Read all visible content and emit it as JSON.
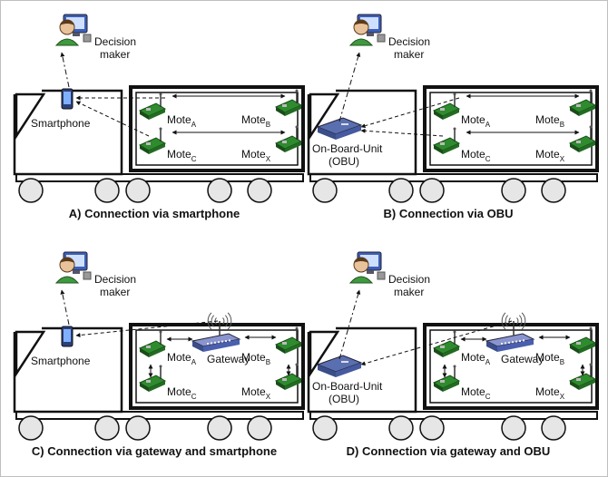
{
  "panels": [
    {
      "id": "A",
      "caption": "A) Connection via smartphone",
      "decision": [
        "Decision",
        "maker"
      ],
      "device": "smartphone",
      "device_label": [
        "Smartphone"
      ],
      "gateway": false,
      "gateway_label": ""
    },
    {
      "id": "B",
      "caption": "B) Connection via OBU",
      "decision": [
        "Decision",
        "maker"
      ],
      "device": "obu",
      "device_label": [
        "On-Board-Unit",
        "(OBU)"
      ],
      "gateway": false,
      "gateway_label": ""
    },
    {
      "id": "C",
      "caption": "C) Connection via gateway and smartphone",
      "decision": [
        "Decision",
        "maker"
      ],
      "device": "smartphone",
      "device_label": [
        "Smartphone"
      ],
      "gateway": true,
      "gateway_label": "Gateway"
    },
    {
      "id": "D",
      "caption": "D) Connection via gateway and OBU",
      "decision": [
        "Decision",
        "maker"
      ],
      "device": "obu",
      "device_label": [
        "On-Board-Unit",
        "(OBU)"
      ],
      "gateway": true,
      "gateway_label": "Gateway"
    }
  ],
  "motes": [
    {
      "base": "Mote",
      "sub": "A"
    },
    {
      "base": "Mote",
      "sub": "B"
    },
    {
      "base": "Mote",
      "sub": "C"
    },
    {
      "base": "Mote",
      "sub": "X"
    }
  ],
  "colors": {
    "mote_body": "#2e8b2e",
    "mote_dark": "#1a4d1a",
    "device_blue": "#5a6fb0",
    "monitor_blue": "#3d5fb5",
    "outline": "#111111",
    "wheel_fill": "#e6e6e6"
  },
  "icons": [
    "decision-maker-icon",
    "smartphone-icon",
    "obu-icon",
    "gateway-icon",
    "mote-icon",
    "antenna-signal-icon"
  ]
}
